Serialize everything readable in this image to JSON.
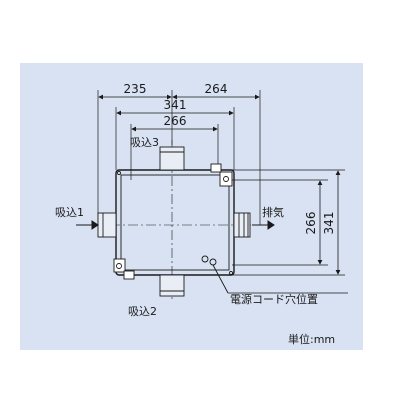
{
  "dimensions": {
    "top_left": "235",
    "top_right": "264",
    "mid_total": "341",
    "inner": "266",
    "right_inner": "266",
    "right_total": "341"
  },
  "labels": {
    "intake1": "吸込1",
    "intake2": "吸込2",
    "intake3": "吸込3",
    "exhaust": "排気",
    "cord_hole": "電源コード穴位置",
    "unit": "単位:mm"
  },
  "colors": {
    "panel": "#d8e2f2",
    "line": "#1a1a1a"
  }
}
